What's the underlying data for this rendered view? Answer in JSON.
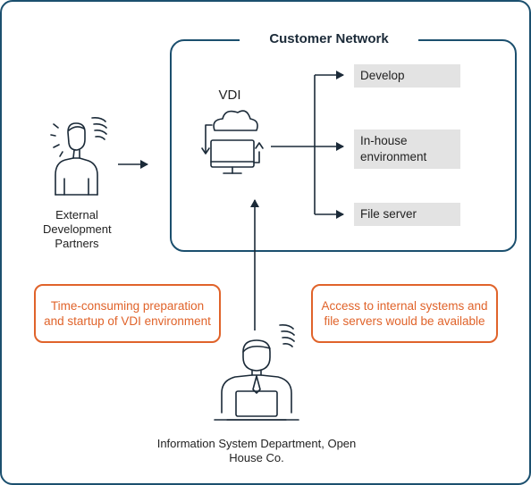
{
  "network": {
    "title": "Customer Network"
  },
  "vdi": {
    "label": "VDI"
  },
  "destinations": [
    {
      "label": "Develop"
    },
    {
      "label": "In-house environment"
    },
    {
      "label": "File server"
    }
  ],
  "external_partners": {
    "label": "External Development Partners"
  },
  "notes": {
    "left": "Time-consuming preparation and startup of VDI environment",
    "right": "Access to internal systems and file servers would be available"
  },
  "department": {
    "label": "Information System Department, Open House Co."
  },
  "colors": {
    "navy": "#1b4f6e",
    "orange": "#e0632a",
    "box_fill": "#e3e3e3",
    "ink": "#1b2a38"
  },
  "icons": [
    "worried-person-icon",
    "vdi-cloud-computer-icon",
    "laptop-worker-icon",
    "squiggle-stress-icon",
    "arrow-icon"
  ]
}
